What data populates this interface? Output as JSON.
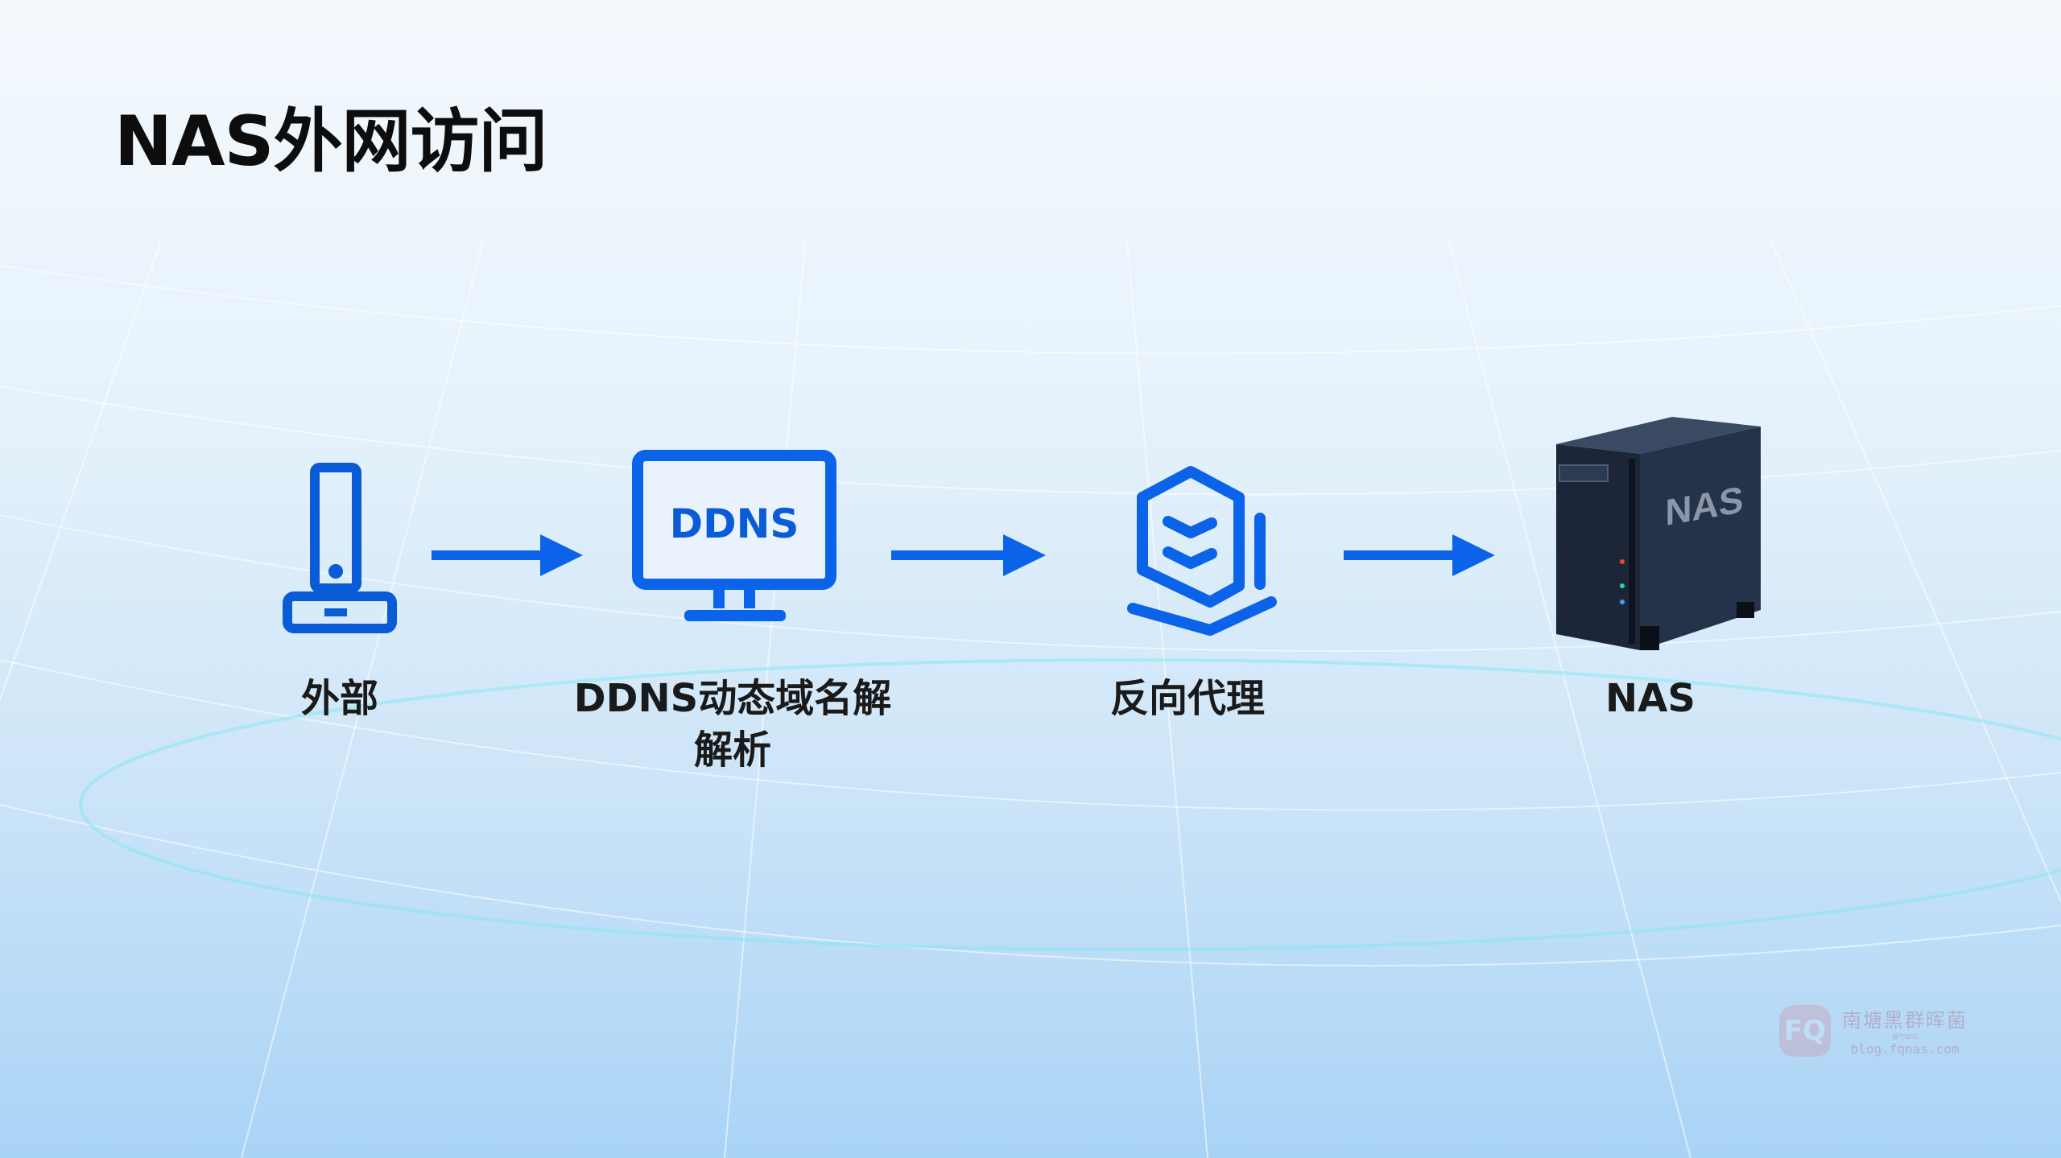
{
  "title": "NAS外网访问",
  "steps": [
    {
      "label": "外部",
      "icon": "external-device-icon"
    },
    {
      "label_line1": "DDNS动态域名解",
      "label_line2": "解析",
      "icon": "ddns-monitor-icon",
      "icon_text": "DDNS"
    },
    {
      "label": "反向代理",
      "icon": "reverse-proxy-icon"
    },
    {
      "label": "NAS",
      "icon": "nas-server-icon",
      "icon_text": "NAS"
    }
  ],
  "watermark": {
    "logo": "FQ",
    "name": "南塘黑群晖菌",
    "sub": "福气NAS",
    "url": "blog.fqnas.com"
  },
  "colors": {
    "accent": "#0a63e8",
    "nas_body": "#1e2a3e"
  }
}
